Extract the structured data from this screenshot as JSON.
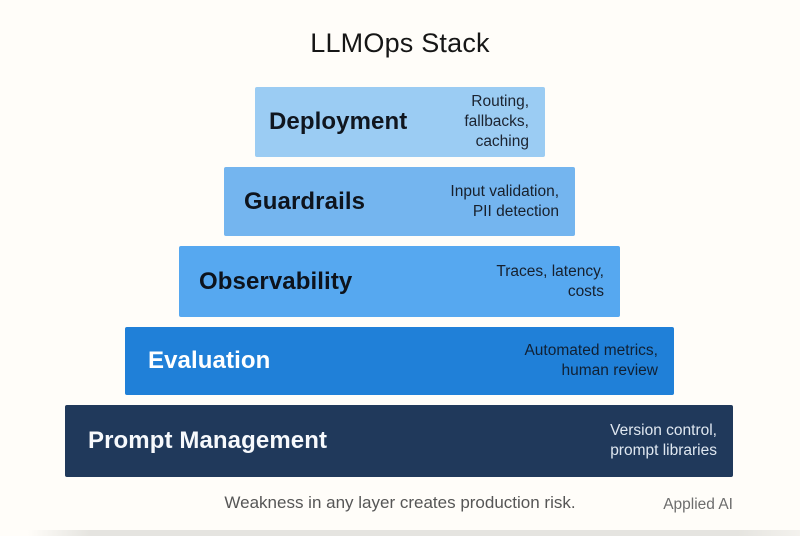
{
  "title": "LLMOps Stack",
  "layers": [
    {
      "title": "Deployment",
      "details": "Routing,\nfallbacks, caching",
      "bg": "#9bccf3",
      "title_color": "#10161f",
      "details_color": "#1b2330"
    },
    {
      "title": "Guardrails",
      "details": "Input validation,\nPII detection",
      "bg": "#74b5ef",
      "title_color": "#0e141d",
      "details_color": "#18202c"
    },
    {
      "title": "Observability",
      "details": "Traces, latency,\ncosts",
      "bg": "#56a8f0",
      "title_color": "#0d131c",
      "details_color": "#16202e"
    },
    {
      "title": "Evaluation",
      "details": "Automated metrics,\nhuman review",
      "bg": "#2080d8",
      "title_color": "#ffffff",
      "details_color": "#102034"
    },
    {
      "title": "Prompt Management",
      "details": "Version control,\nprompt libraries",
      "bg": "#20395b",
      "title_color": "#f7f9fc",
      "details_color": "#dfe7f0"
    }
  ],
  "footer": {
    "caption": "Weakness in any layer creates production risk.",
    "credit": "Applied AI"
  }
}
